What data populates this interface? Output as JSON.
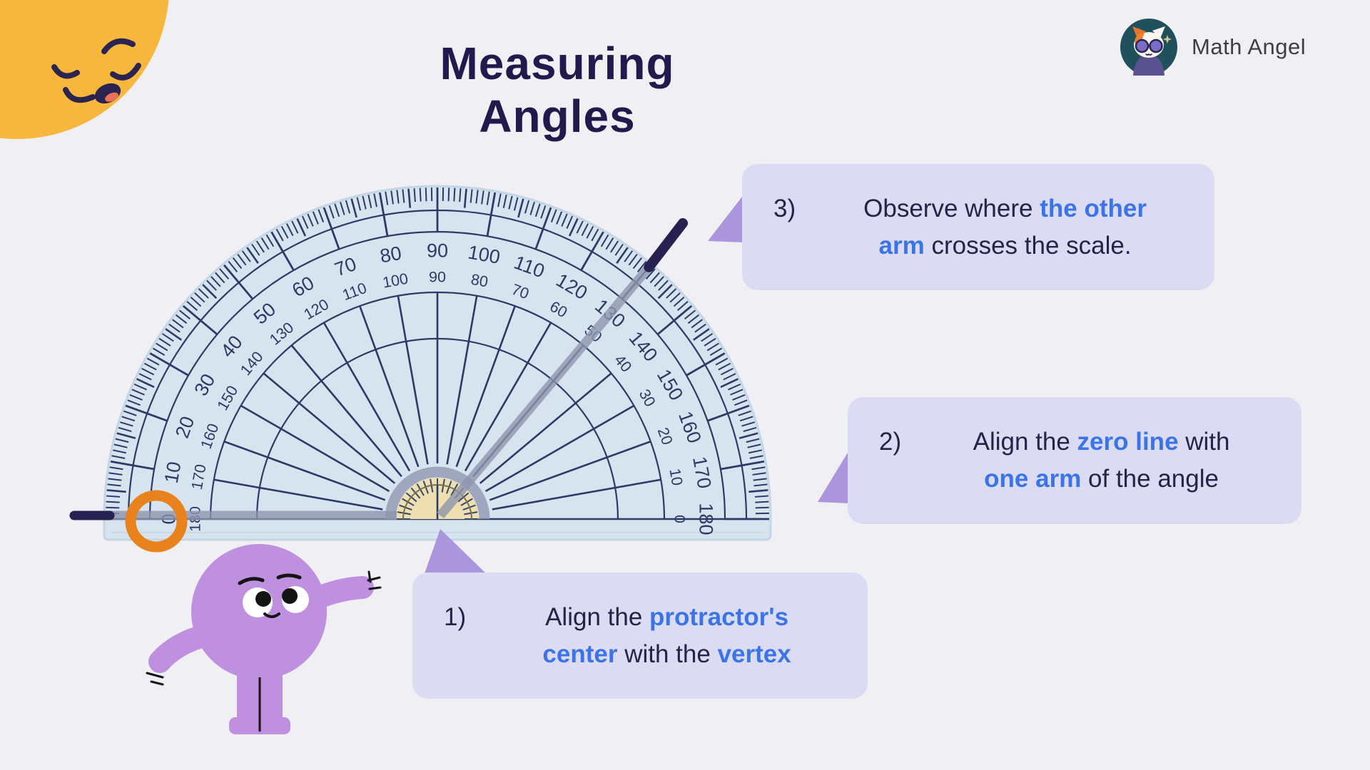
{
  "page": {
    "title": "Measuring Angles"
  },
  "logo": {
    "text": "Math Angel"
  },
  "steps": [
    {
      "number": "1)",
      "lines": [
        [
          {
            "t": "Align the "
          },
          {
            "t": "protractor's",
            "accent": true
          }
        ],
        [
          {
            "t": "center",
            "accent": true
          },
          {
            "t": " with the "
          },
          {
            "t": "vertex",
            "accent": true
          }
        ]
      ]
    },
    {
      "number": "2)",
      "lines": [
        [
          {
            "t": "Align the "
          },
          {
            "t": "zero line",
            "accent": true
          },
          {
            "t": " with"
          }
        ],
        [
          {
            "t": "one arm",
            "accent": true
          },
          {
            "t": " of the angle"
          }
        ]
      ]
    },
    {
      "number": "3)",
      "lines": [
        [
          {
            "t": "Observe where "
          },
          {
            "t": "the other",
            "accent": true
          }
        ],
        [
          {
            "t": "arm",
            "accent": true
          },
          {
            "t": " crosses the scale."
          }
        ]
      ]
    }
  ],
  "protractor": {
    "outer_scale_degrees": [
      0,
      10,
      20,
      30,
      40,
      50,
      60,
      70,
      80,
      90,
      100,
      110,
      120,
      130,
      140,
      150,
      160,
      170,
      180
    ],
    "inner_scale_degrees": [
      180,
      170,
      160,
      150,
      140,
      130,
      120,
      110,
      100,
      90,
      80,
      70,
      60,
      50,
      40,
      30,
      20,
      10,
      0
    ],
    "tick_interval_degrees": 1,
    "measured_angle_degrees": 50,
    "zero_mark_highlighted": true
  },
  "colors": {
    "background": "#f0eff4",
    "title_text": "#211a4d",
    "callout_bg": "#dbdcf4",
    "callout_pointer": "#ab96dd",
    "text_dark": "#252347",
    "text_accent": "#3b74e8",
    "protractor_body": "#d7e4f0",
    "protractor_edge": "#c2d6e6",
    "protractor_lines": "#2b3a66",
    "center_paper": "#eedfb0",
    "center_paper_arc": "#77704e",
    "angle_arm_navy": "#262150",
    "under_glass_gray": "#8e96ad",
    "highlight_orange": "#e8821c",
    "sun_yellow": "#f6b73c",
    "face_navy": "#2b2450",
    "tongue_coral": "#e87258",
    "character_purple": "#bf8fe0"
  }
}
